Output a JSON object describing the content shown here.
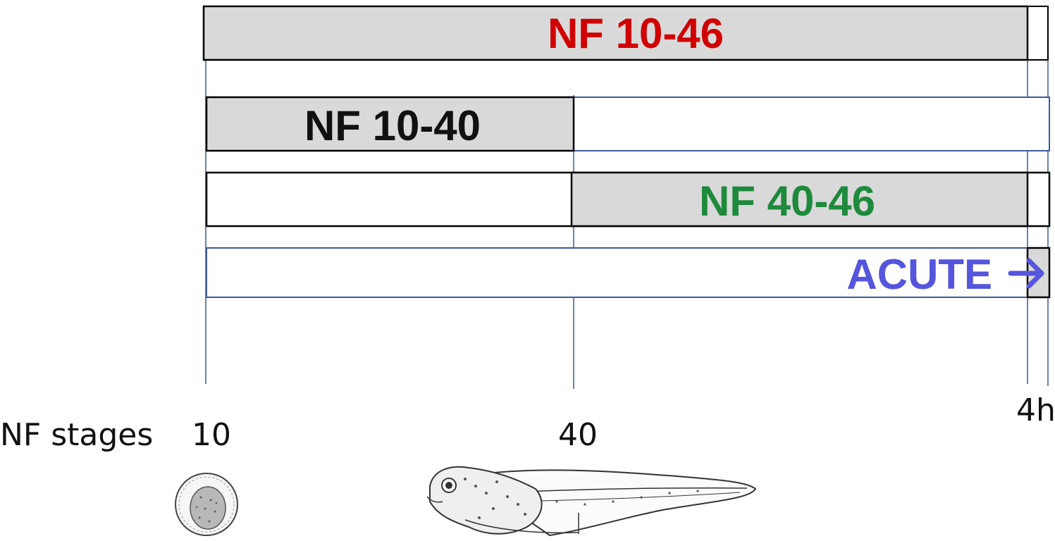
{
  "bars": [
    {
      "label": "NF 10-46",
      "color": "#d00000"
    },
    {
      "label": "NF 10-40",
      "color": "#111111"
    },
    {
      "label": "NF 40-46",
      "color": "#1e8a3c"
    },
    {
      "label": "ACUTE",
      "color": "#5555dd"
    }
  ],
  "axis": {
    "title": "NF stages",
    "ticks": [
      "10",
      "40",
      "4h"
    ]
  },
  "icons": [
    "egg-embryo-icon",
    "tadpole-icon"
  ],
  "colors": {
    "bar_fill": "#d9d9d9",
    "bar_outline": "#000000",
    "guide_line": "#3b5a9a",
    "acute_arrow": "#5555dd"
  }
}
